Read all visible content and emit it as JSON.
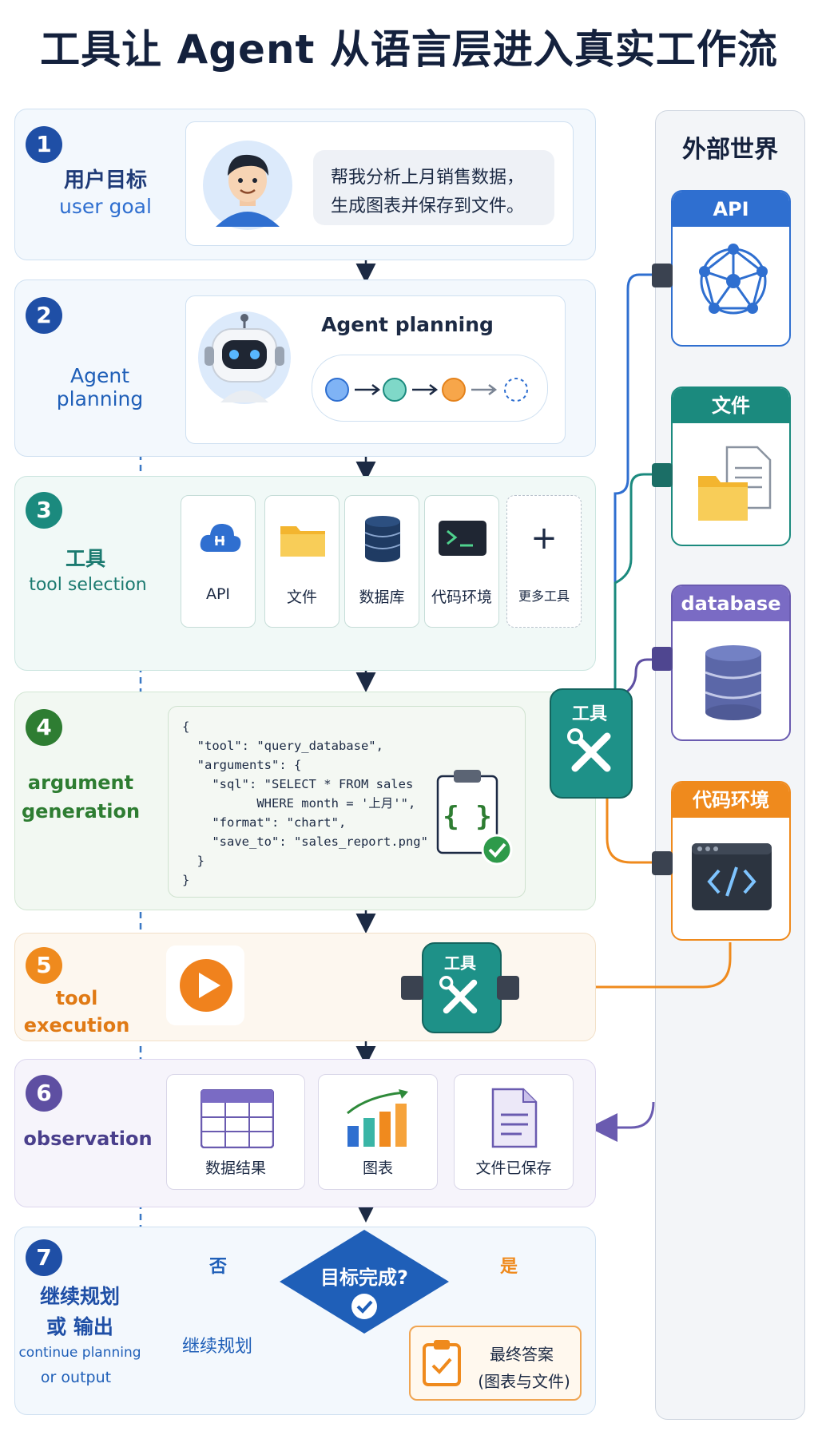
{
  "title": "工具让 Agent 从语言层进入真实工作流",
  "steps": {
    "s1": {
      "num": "1",
      "label_zh": "用户目标",
      "label_en": "user goal",
      "bubble_line1": "帮我分析上月销售数据，",
      "bubble_line2": "生成图表并保存到文件。"
    },
    "s2": {
      "num": "2",
      "label": "Agent planning",
      "card_title": "Agent planning"
    },
    "s3": {
      "num": "3",
      "label_zh": "工具",
      "label_en": "tool selection",
      "tools": [
        "API",
        "文件",
        "数据库",
        "代码环境",
        "更多工具"
      ]
    },
    "s4": {
      "num": "4",
      "label_line1": "argument",
      "label_line2": "generation",
      "code_lines": [
        "{",
        "  \"tool\": \"query_database\",",
        "  \"arguments\": {",
        "    \"sql\": \"SELECT * FROM sales",
        "          WHERE month = '上月'\",",
        "    \"format\": \"chart\",",
        "    \"save_to\": \"sales_report.png\"",
        "  }",
        "}"
      ],
      "hub_label": "工具"
    },
    "s5": {
      "num": "5",
      "label_line1": "tool",
      "label_line2": "execution",
      "hub_label": "工具"
    },
    "s6": {
      "num": "6",
      "label": "observation",
      "results": [
        "数据结果",
        "图表",
        "文件已保存"
      ]
    },
    "s7": {
      "num": "7",
      "label_line1": "继续规划",
      "label_line2": "或 输出",
      "label_en1": "continue planning",
      "label_en2": "or output",
      "decision": "目标完成?",
      "no": "否",
      "yes": "是",
      "continue": "继续规划",
      "final_line1": "最终答案",
      "final_line2": "(图表与文件)"
    }
  },
  "external": {
    "title": "外部世界",
    "items": [
      "API",
      "文件",
      "database",
      "代码环境"
    ]
  },
  "colors": {
    "blue": "#1f4fa6",
    "teal": "#1b8a7e",
    "green": "#2e7d32",
    "orange": "#ef8a1d",
    "purple": "#5e4fa2"
  }
}
